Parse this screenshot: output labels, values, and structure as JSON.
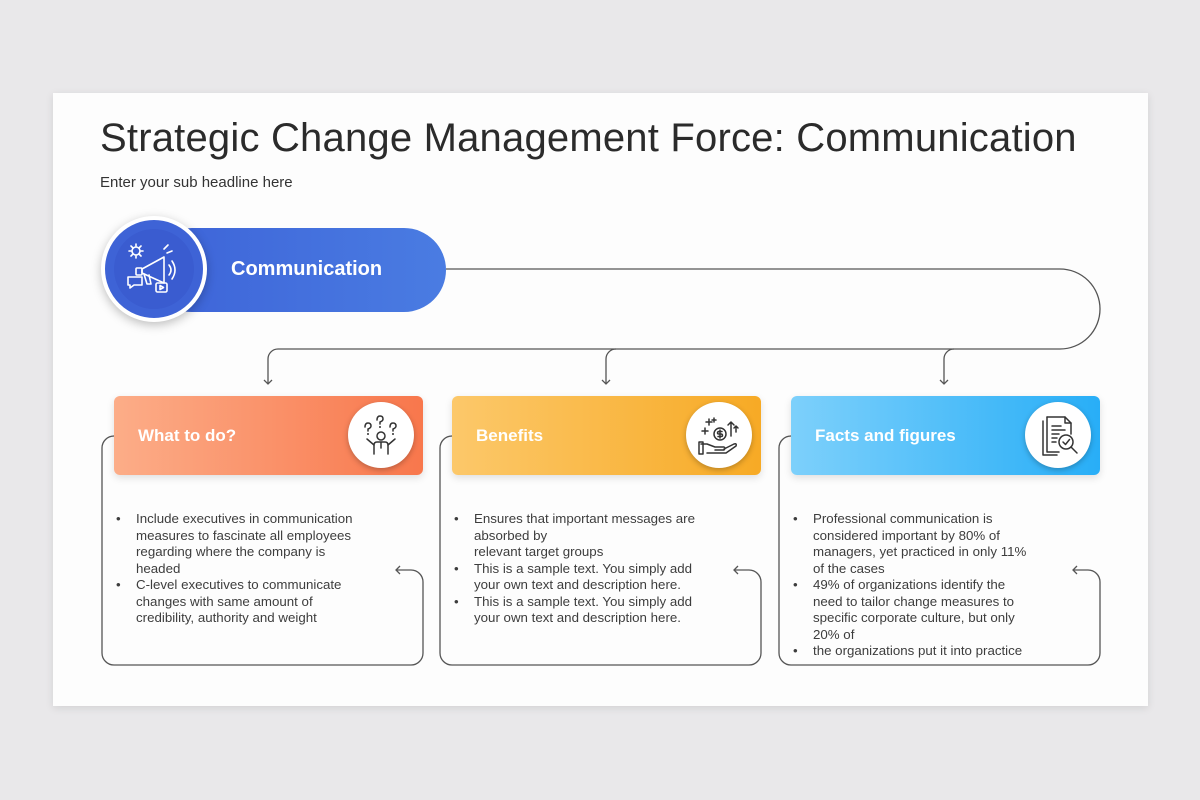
{
  "title": "Strategic Change Management Force: Communication",
  "subtitle": "Enter your sub headline here",
  "main": {
    "label": "Communication",
    "icon": "megaphone-icon"
  },
  "colors": {
    "main": "#3e63d6",
    "what": "#f8774c",
    "benefits": "#f7aa25",
    "facts": "#28aef7"
  },
  "cards": [
    {
      "title": "What to do?",
      "icon": "confused-person-icon",
      "bullets": [
        "Include executives in communication measures to fascinate all employees regarding where the company is headed",
        "C-level executives to communicate changes with same amount of credibility, authority and weight"
      ]
    },
    {
      "title": "Benefits",
      "icon": "money-growth-icon",
      "bullets": [
        "Ensures that important messages are absorbed by",
        "relevant target groups",
        "This is a sample text. You simply add your own text and description here.",
        "This is a sample text. You simply add your own text and description here."
      ]
    },
    {
      "title": "Facts and figures",
      "icon": "document-search-icon",
      "bullets": [
        "Professional communication is considered important by 80% of managers, yet practiced in only 11% of the cases",
        "49% of organizations identify the need to tailor change measures to specific corporate culture, but only 20% of",
        "the organizations put it into practice"
      ]
    }
  ]
}
